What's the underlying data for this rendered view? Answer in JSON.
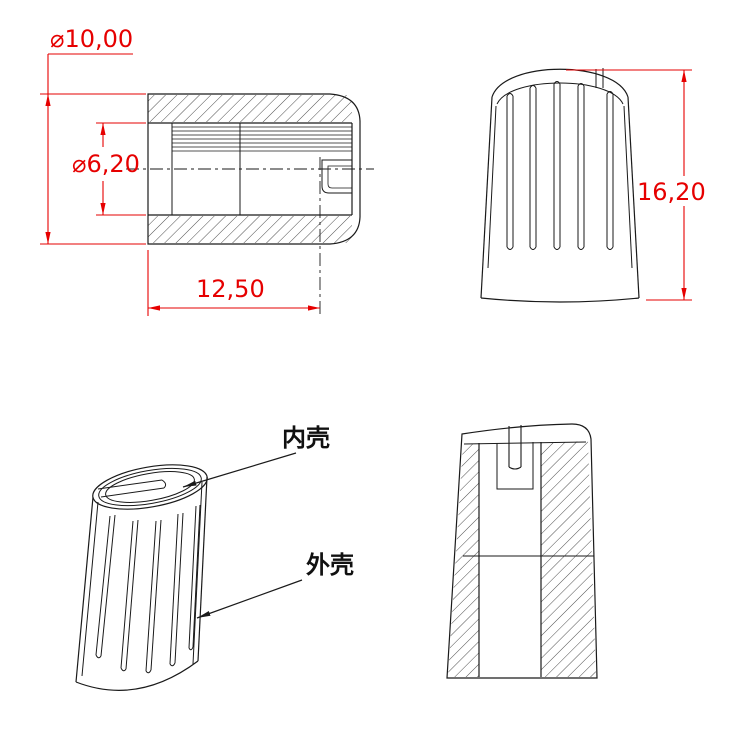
{
  "dimensions": {
    "outer_diameter": "⌀10,00",
    "inner_diameter": "⌀6,20",
    "insert_depth": "12,50",
    "height": "16,20"
  },
  "labels": {
    "inner_shell": "内壳",
    "outer_shell": "外壳"
  },
  "colors": {
    "dimension_red": "#e60000",
    "line_black": "#1a1a1a",
    "background": "#ffffff"
  }
}
